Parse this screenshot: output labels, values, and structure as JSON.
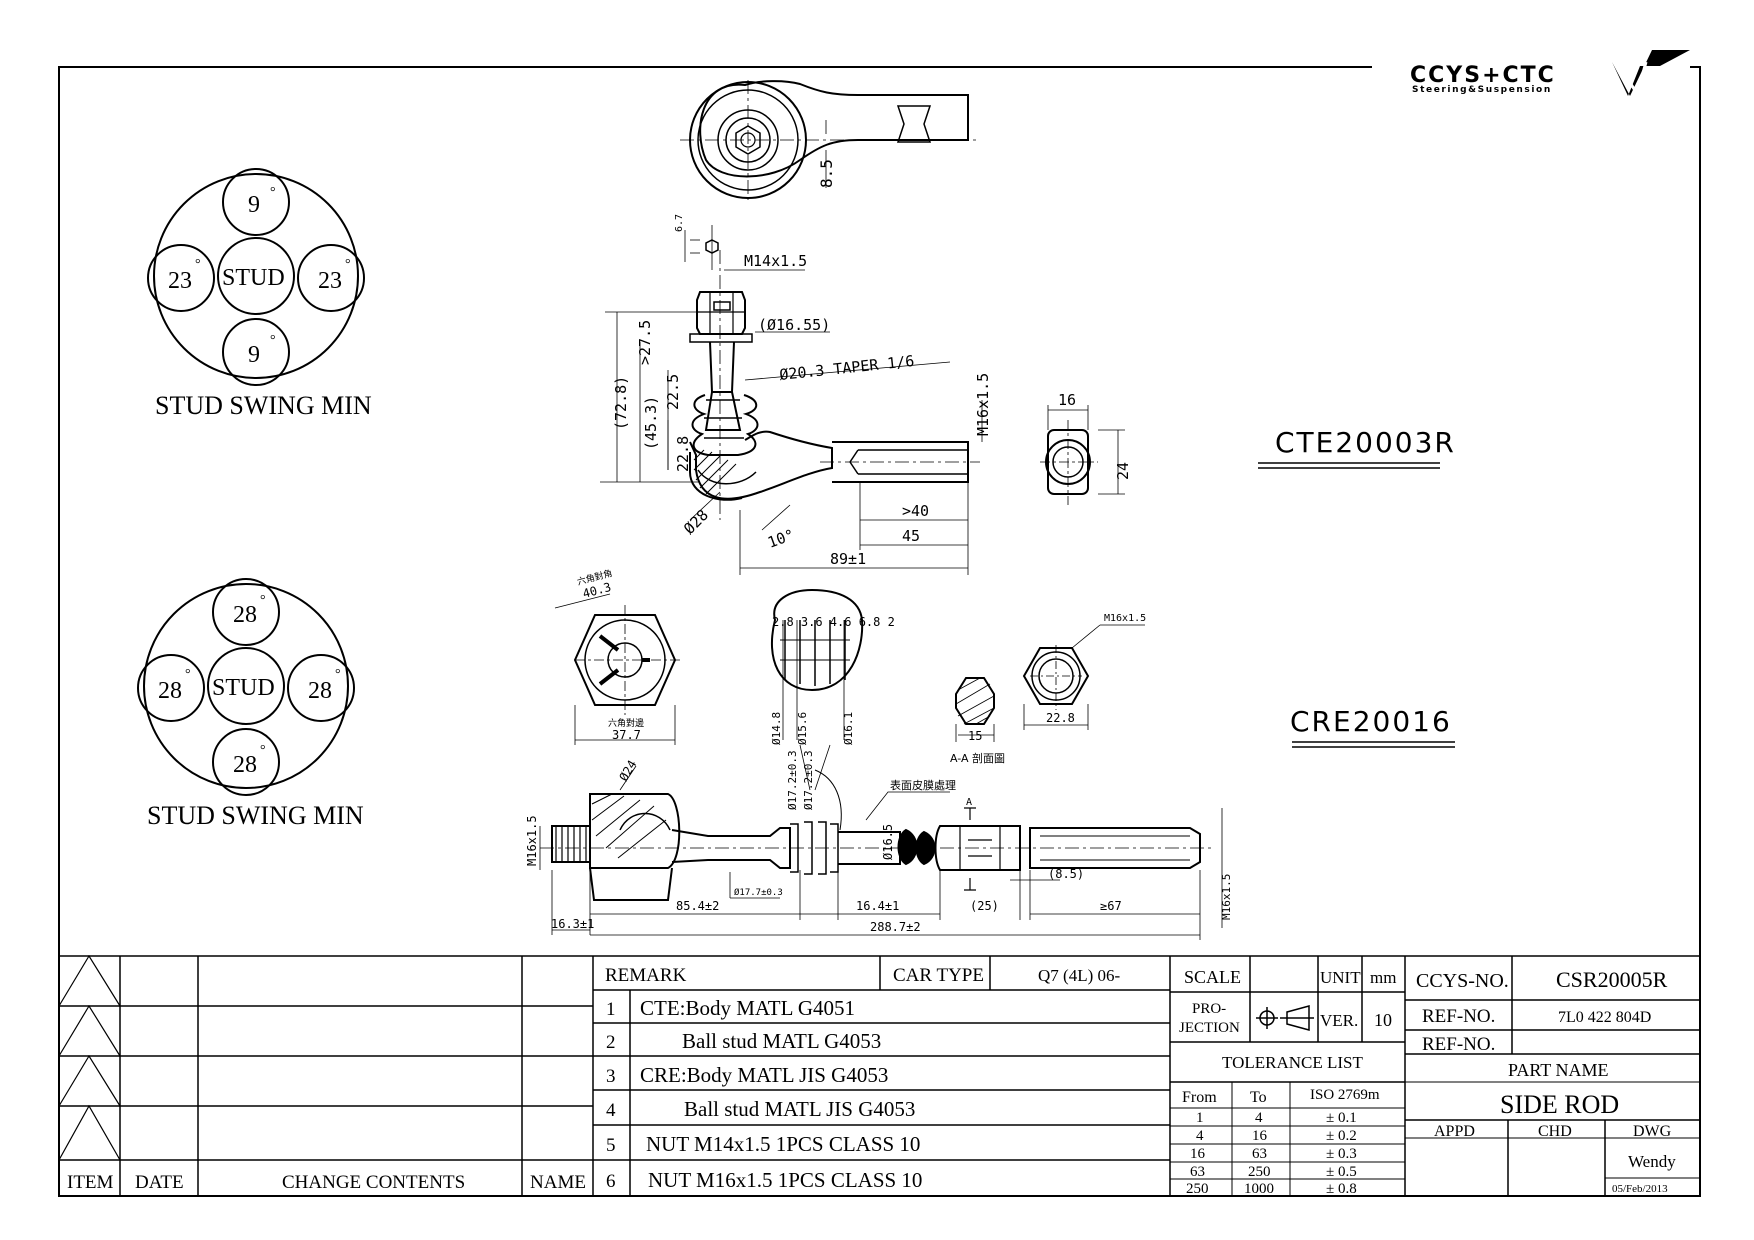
{
  "logo": {
    "mark": "CCYS+CTC",
    "tagline": "Steering&Suspension"
  },
  "swing_top": {
    "north": "9",
    "west": "23",
    "center": "STUD",
    "east": "23",
    "south": "9",
    "caption": "STUD SWING MIN"
  },
  "swing_bottom": {
    "north": "28",
    "west": "28",
    "center": "STUD",
    "east": "28",
    "south": "28",
    "caption": "STUD SWING MIN"
  },
  "labels": {
    "cte_part": "CTE20003R",
    "cre_part": "CRE20016"
  },
  "dims_cte": {
    "d85": "8.5",
    "d67": "6.7",
    "thread": "M14x1.5",
    "d1655": "(Ø16.55)",
    "taper": "Ø20.3 TAPER 1/6",
    "d275": ">27.5",
    "d728": "(72.8)",
    "d225": "22.5",
    "d453": "(45.3)",
    "d228": "22.8",
    "d28": "Ø28",
    "d10": "10°",
    "m16": "M16x1.5",
    "d16": "16",
    "d24": "24",
    "d40": ">40",
    "d45": "45",
    "d89": "89±1"
  },
  "dims_cre": {
    "corner": "六角對角",
    "c403": "40.3",
    "flat": "六角對邊",
    "c377": "37.7",
    "group": "2.8 3.6 4.6 6.8 2",
    "c148": "Ø14.8",
    "c156": "Ø15.6",
    "c161": "Ø16.1",
    "c172a": "Ø17.2±0.3",
    "c172b": "Ø17.2±0.3",
    "m16n": "M16x1.5",
    "c15": "15",
    "c228": "22.8",
    "section": "A-A 剖面圖",
    "surface": "表面皮膜處理",
    "c24": "Ø24",
    "m16l": "M16x1.5",
    "c165": "Ø16.5",
    "aa": "A",
    "c85": "(8.5)",
    "c177": "Ø17.7±0.3",
    "c854": "85.4±2",
    "c164": "16.4±1",
    "c25": "(25)",
    "c67": "≥67",
    "c163": "16.3±1",
    "c2887": "288.7±2",
    "m16r": "M16x1.5"
  },
  "revision": {
    "rows": 4,
    "headers": {
      "item": "ITEM",
      "date": "DATE",
      "change": "CHANGE CONTENTS",
      "name": "NAME"
    }
  },
  "remarks": {
    "header": "REMARK",
    "car_type_label": "CAR TYPE",
    "car_type": "Q7 (4L) 06-",
    "rows": [
      {
        "no": "1",
        "text": "CTE:Body MATL G4051"
      },
      {
        "no": "2",
        "text": "Ball stud MATL G4053"
      },
      {
        "no": "3",
        "text": "CRE:Body MATL JIS G4053"
      },
      {
        "no": "4",
        "text": "Ball stud MATL JIS G4053"
      },
      {
        "no": "5",
        "text": "NUT M14x1.5 1PCS CLASS 10"
      },
      {
        "no": "6",
        "text": "NUT M16x1.5 1PCS CLASS 10"
      }
    ]
  },
  "spec": {
    "scale_label": "SCALE",
    "unit_label": "UNIT",
    "unit": "mm",
    "projection_label_1": "PRO-",
    "projection_label_2": "JECTION",
    "ver_label": "VER.",
    "ver": "10",
    "tolerance_title": "TOLERANCE LIST",
    "tolerance_headers": {
      "from": "From",
      "to": "To",
      "iso": "ISO 2769m"
    },
    "tolerance_rows": [
      {
        "from": "1",
        "to": "4",
        "tol": "± 0.1"
      },
      {
        "from": "4",
        "to": "16",
        "tol": "± 0.2"
      },
      {
        "from": "16",
        "to": "63",
        "tol": "± 0.3"
      },
      {
        "from": "63",
        "to": "250",
        "tol": "± 0.5"
      },
      {
        "from": "250",
        "to": "1000",
        "tol": "± 0.8"
      }
    ]
  },
  "title_block": {
    "ccys_label": "CCYS-NO.",
    "ccys_no": "CSR20005R",
    "ref_label": "REF-NO.",
    "ref_no": "7L0 422 804D",
    "ref_label2": "REF-NO.",
    "ref_no2": "",
    "part_name_label": "PART NAME",
    "part_name": "SIDE ROD",
    "appd": "APPD",
    "chd": "CHD",
    "dwg": "DWG",
    "drawer": "Wendy",
    "date": "05/Feb/2013"
  }
}
